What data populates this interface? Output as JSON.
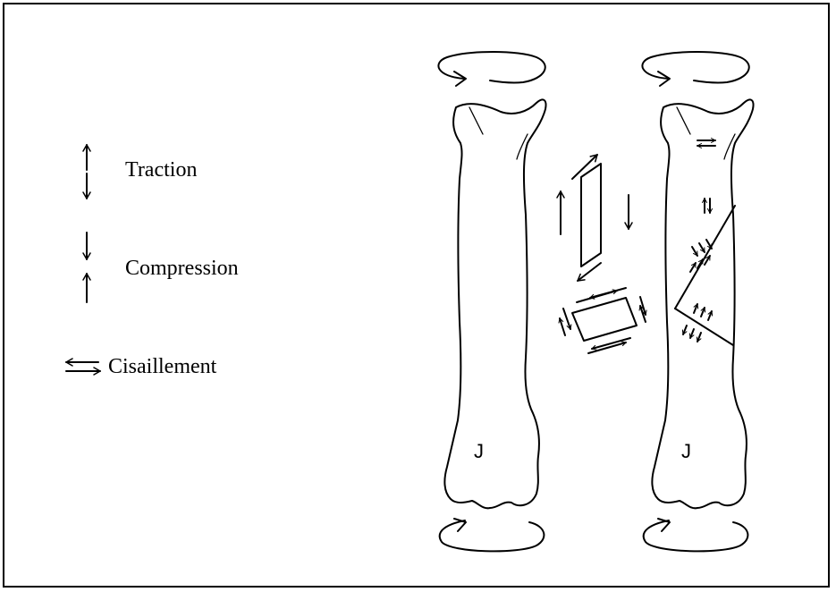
{
  "legend": {
    "traction": "Traction",
    "compression": "Compression",
    "shear": "Cisaillement"
  },
  "bones": {
    "left_mark": "J",
    "right_mark": "J"
  },
  "colors": {
    "line": "#000000",
    "background": "#ffffff"
  }
}
